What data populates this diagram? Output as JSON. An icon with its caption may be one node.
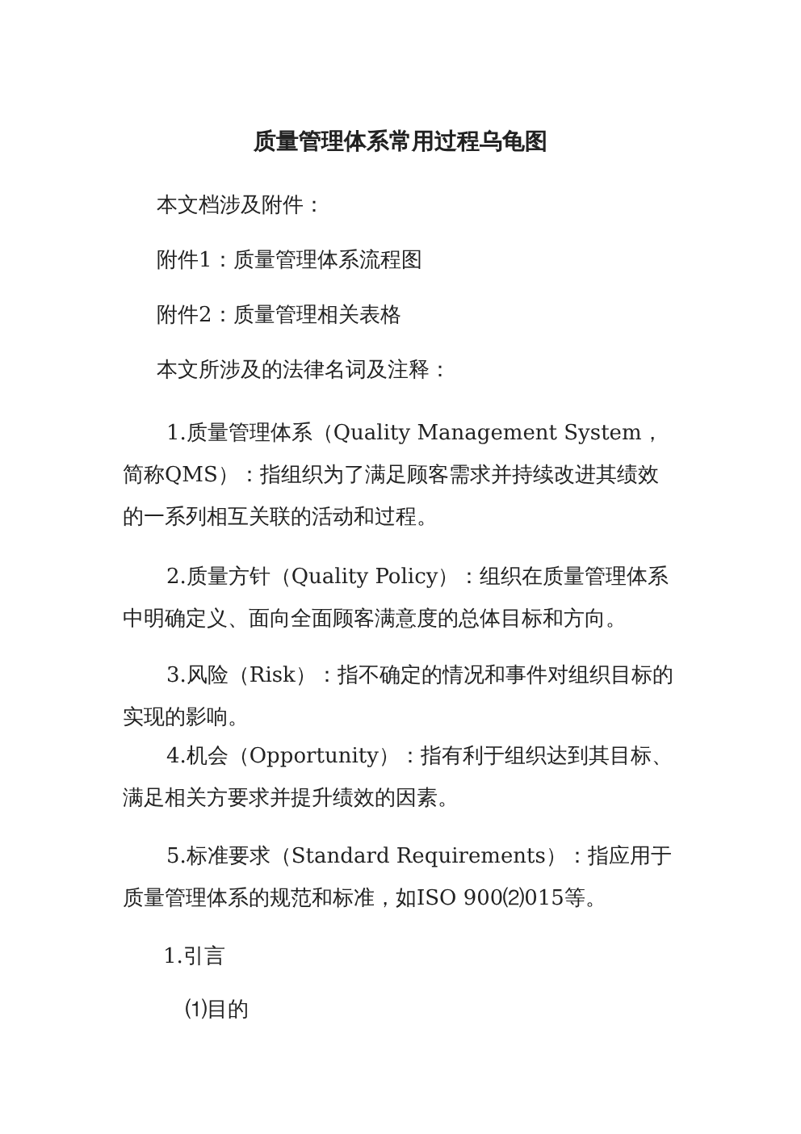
{
  "diagram": {
    "title": "质量管理体系常用过程乌龟图",
    "labels": [
      "本文档涉及附件：",
      "附件1：质量管理体系流程图",
      "附件2：质量管理相关表格",
      "本文所涉及的法律名词及注释：",
      "1.质量管理体系（Quality Management System，简称QMS）：指组织为了满足顾客需求并持续改进其绩效的一系列相互关联的活动和过程。",
      "2.质量方针（Quality Policy）：组织在质量管理体系中明确定义、面向全面顾客满意度的总体目标和方向。",
      "3.风险（Risk）：指不确定的情况和事件对组织目标的实现的影响。",
      "4.机会（Opportunity）：指有利于组织达到其目标、满足相关方要求并提升绩效的因素。",
      "5.标准要求（Standard Requirements）：指应用于质量管理体系的规范和标准，如ISO 900⑵015等。",
      "1.引言",
      "⑴目的"
    ]
  }
}
